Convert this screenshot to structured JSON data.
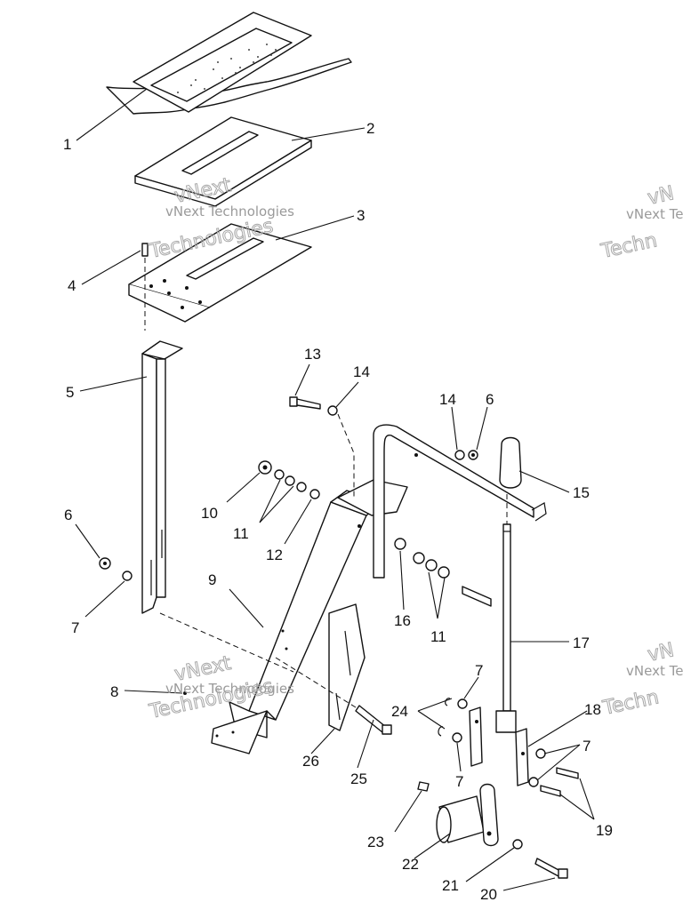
{
  "watermarks": {
    "company_line": "vNext Technologies",
    "word_a": "vNext",
    "word_b": "Technologies",
    "edge_fragment_1": "vNext Te",
    "edge_fragment_2": "Techn",
    "edge_fragment_3": "vN",
    "edge_fragment_4": "vNext Te",
    "edge_fragment_5": "Techn"
  },
  "callouts": [
    {
      "id": "c1",
      "text": "1"
    },
    {
      "id": "c2",
      "text": "2"
    },
    {
      "id": "c3",
      "text": "3"
    },
    {
      "id": "c4",
      "text": "4"
    },
    {
      "id": "c5",
      "text": "5"
    },
    {
      "id": "c6a",
      "text": "6"
    },
    {
      "id": "c6b",
      "text": "6"
    },
    {
      "id": "c7a",
      "text": "7"
    },
    {
      "id": "c7b",
      "text": "7"
    },
    {
      "id": "c7c",
      "text": "7"
    },
    {
      "id": "c7d",
      "text": "7"
    },
    {
      "id": "c8",
      "text": "8"
    },
    {
      "id": "c9",
      "text": "9"
    },
    {
      "id": "c10",
      "text": "10"
    },
    {
      "id": "c11a",
      "text": "11"
    },
    {
      "id": "c11b",
      "text": "11"
    },
    {
      "id": "c12",
      "text": "12"
    },
    {
      "id": "c13",
      "text": "13"
    },
    {
      "id": "c14a",
      "text": "14"
    },
    {
      "id": "c14b",
      "text": "14"
    },
    {
      "id": "c15",
      "text": "15"
    },
    {
      "id": "c16",
      "text": "16"
    },
    {
      "id": "c17",
      "text": "17"
    },
    {
      "id": "c18",
      "text": "18"
    },
    {
      "id": "c19",
      "text": "19"
    },
    {
      "id": "c20",
      "text": "20"
    },
    {
      "id": "c21",
      "text": "21"
    },
    {
      "id": "c22",
      "text": "22"
    },
    {
      "id": "c23",
      "text": "23"
    },
    {
      "id": "c24",
      "text": "24"
    },
    {
      "id": "c25",
      "text": "25"
    },
    {
      "id": "c26",
      "text": "26"
    }
  ]
}
